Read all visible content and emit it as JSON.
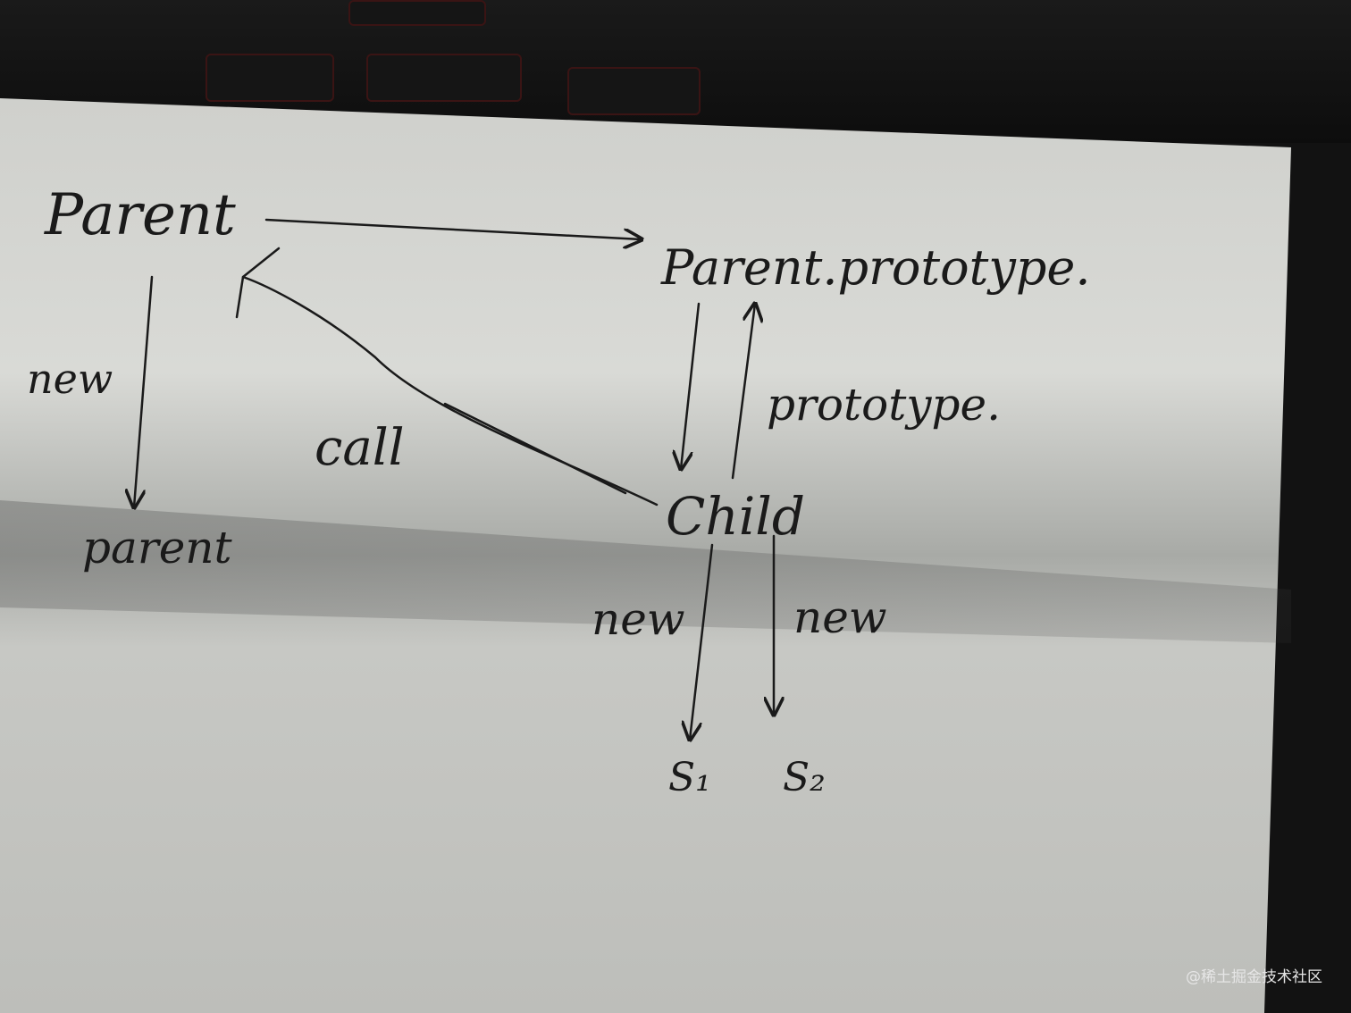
{
  "diagram": {
    "nodes": {
      "parent_ctor": "Parent",
      "parent_instance": "parent",
      "parent_proto": "Parent.prototype.",
      "child": "Child",
      "s1": "S₁",
      "s2": "S₂"
    },
    "edges": {
      "parent_to_proto": "",
      "parent_new": "new",
      "child_call_parent": "call",
      "child_prototype": "prototype.",
      "child_new_s1": "new",
      "child_new_s2": "new"
    }
  },
  "watermark": "@稀土掘金技术社区"
}
